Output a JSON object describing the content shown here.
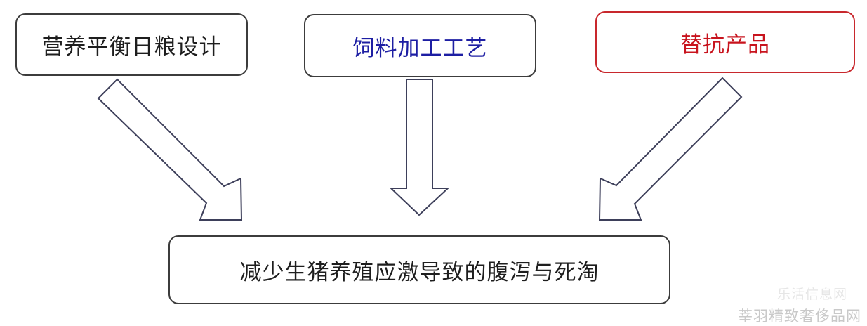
{
  "diagram": {
    "sources": [
      {
        "id": "nutrition",
        "label": "营养平衡日粮设计",
        "color": "#1e1e1e"
      },
      {
        "id": "feed",
        "label": "饲料加工工艺",
        "color": "#1d1ea3"
      },
      {
        "id": "substitute",
        "label": "替抗产品",
        "color": "#c8141e"
      }
    ],
    "target": {
      "label": "减少生猪养殖应激导致的腹泻与死淘",
      "color": "#1e1e1e"
    },
    "arrow_stroke": "#3d3f5a"
  },
  "watermarks": {
    "upper": "乐活信息网",
    "lower": "莘羽精致奢侈品网"
  }
}
